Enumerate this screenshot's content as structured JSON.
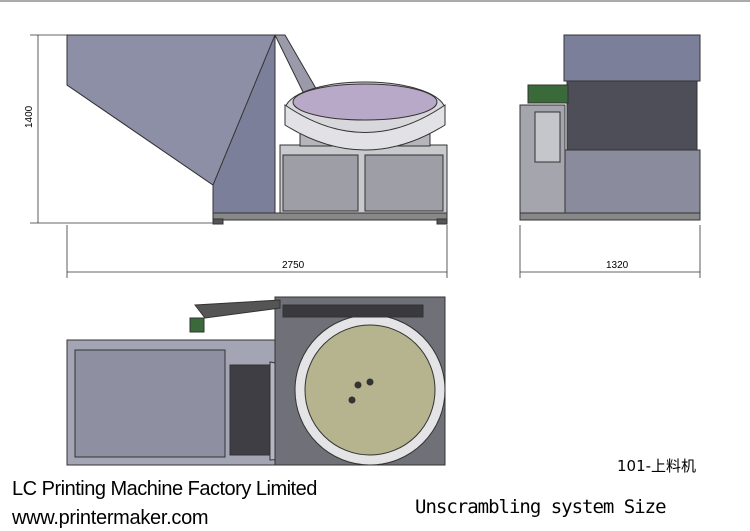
{
  "drawing": {
    "dimensions": {
      "height": "1400",
      "front_width": "2750",
      "side_width": "1320"
    },
    "part_code": "101-上料机",
    "caption": "Unscrambling system Size"
  },
  "footer": {
    "company": "LC Printing Machine Factory Limited",
    "url": "www.printermaker.com"
  }
}
